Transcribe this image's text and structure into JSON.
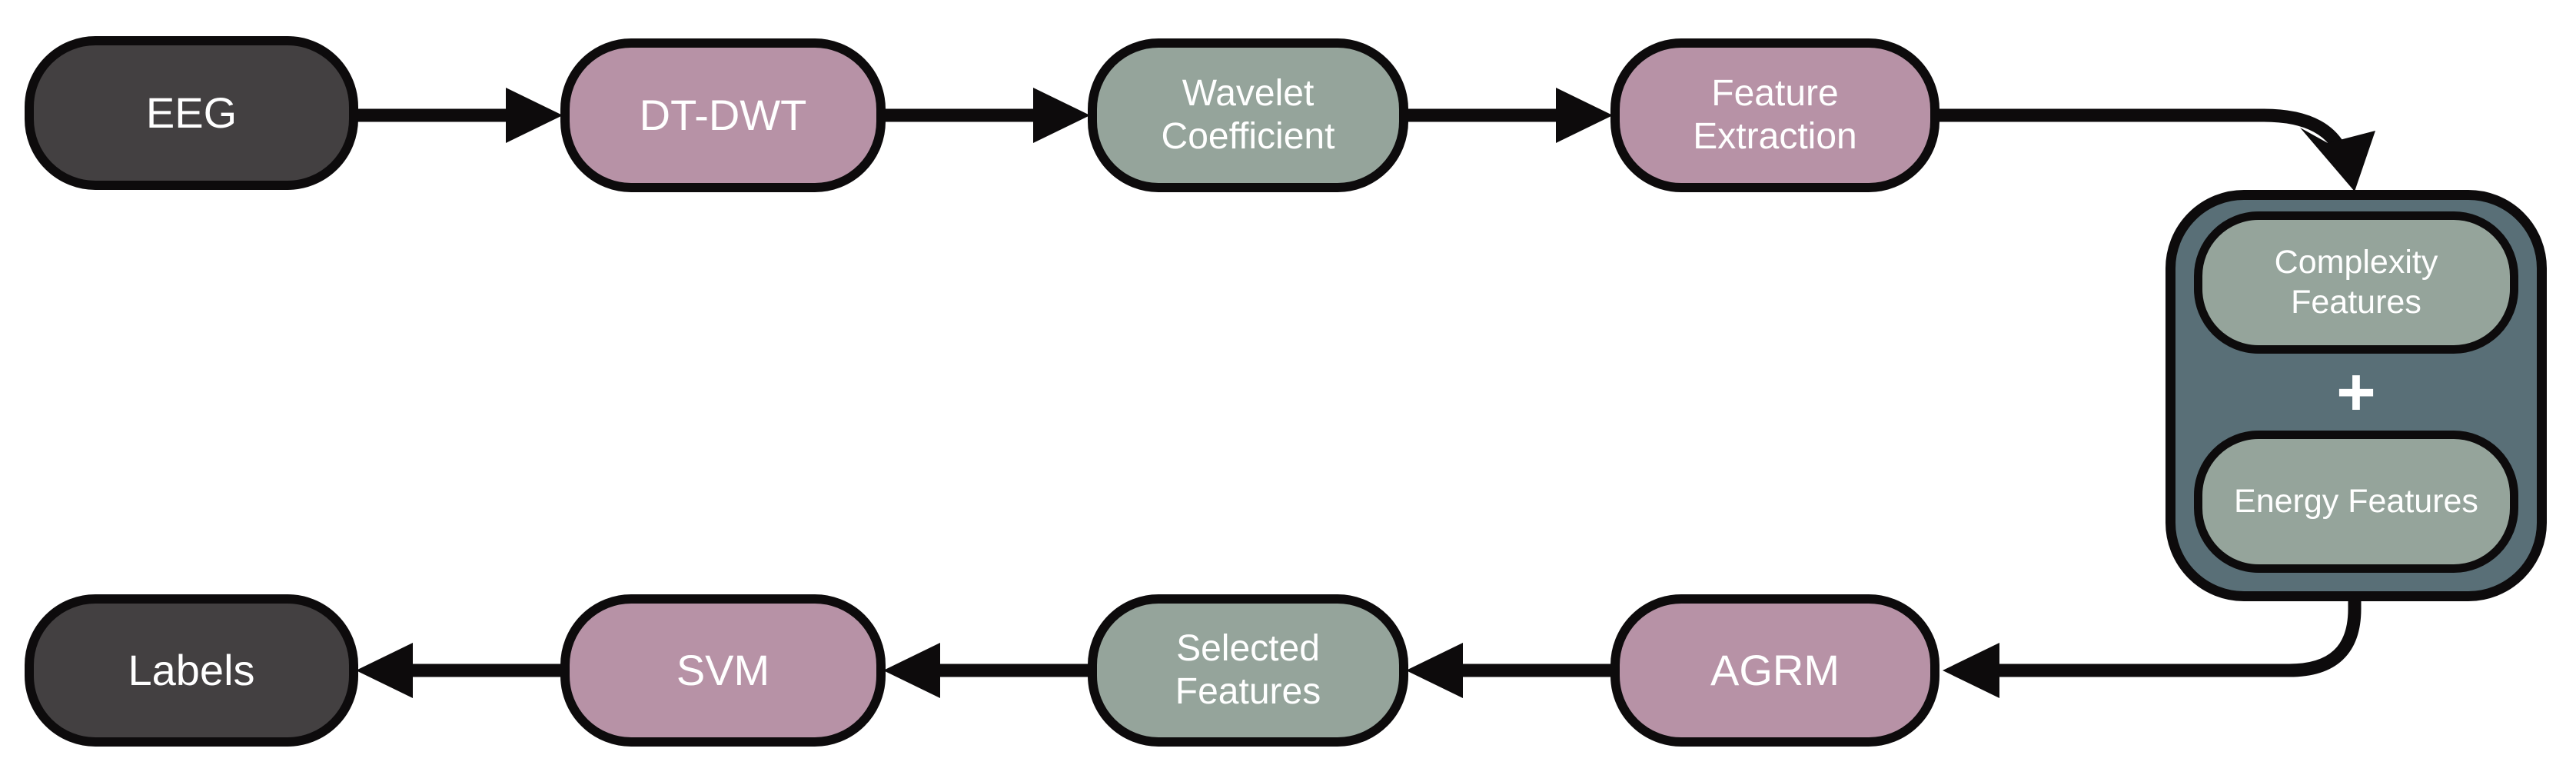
{
  "colors": {
    "dark": "#434041",
    "mauve": "#b792a6",
    "sage": "#95a49b",
    "teal": "#596f77",
    "stroke": "#0d0b0c",
    "text": "#ffffff",
    "bg": "#ffffff"
  },
  "nodes": {
    "eeg": {
      "label": "EEG",
      "color_role": "dark"
    },
    "dt_dwt": {
      "label": "DT-DWT",
      "color_role": "mauve"
    },
    "wavelet_coefficient": {
      "label": "Wavelet Coefficient",
      "color_role": "sage"
    },
    "feature_extraction": {
      "label": "Feature Extraction",
      "color_role": "mauve"
    },
    "feature_group": {
      "color_role": "teal",
      "complexity_features": {
        "label": "Complexity Features",
        "color_role": "sage"
      },
      "plus_symbol": "+",
      "energy_features": {
        "label": "Energy Features",
        "color_role": "sage"
      }
    },
    "agrm": {
      "label": "AGRM",
      "color_role": "mauve"
    },
    "selected_features": {
      "label": "Selected Features",
      "color_role": "sage"
    },
    "svm": {
      "label": "SVM",
      "color_role": "mauve"
    },
    "labels": {
      "label": "Labels",
      "color_role": "dark"
    }
  },
  "edges": [
    {
      "from": "EEG",
      "to": "DT-DWT"
    },
    {
      "from": "DT-DWT",
      "to": "Wavelet Coefficient"
    },
    {
      "from": "Wavelet Coefficient",
      "to": "Feature Extraction"
    },
    {
      "from": "Feature Extraction",
      "to": "Complexity Features + Energy Features"
    },
    {
      "from": "Complexity Features + Energy Features",
      "to": "AGRM"
    },
    {
      "from": "AGRM",
      "to": "Selected Features"
    },
    {
      "from": "Selected Features",
      "to": "SVM"
    },
    {
      "from": "SVM",
      "to": "Labels"
    }
  ]
}
